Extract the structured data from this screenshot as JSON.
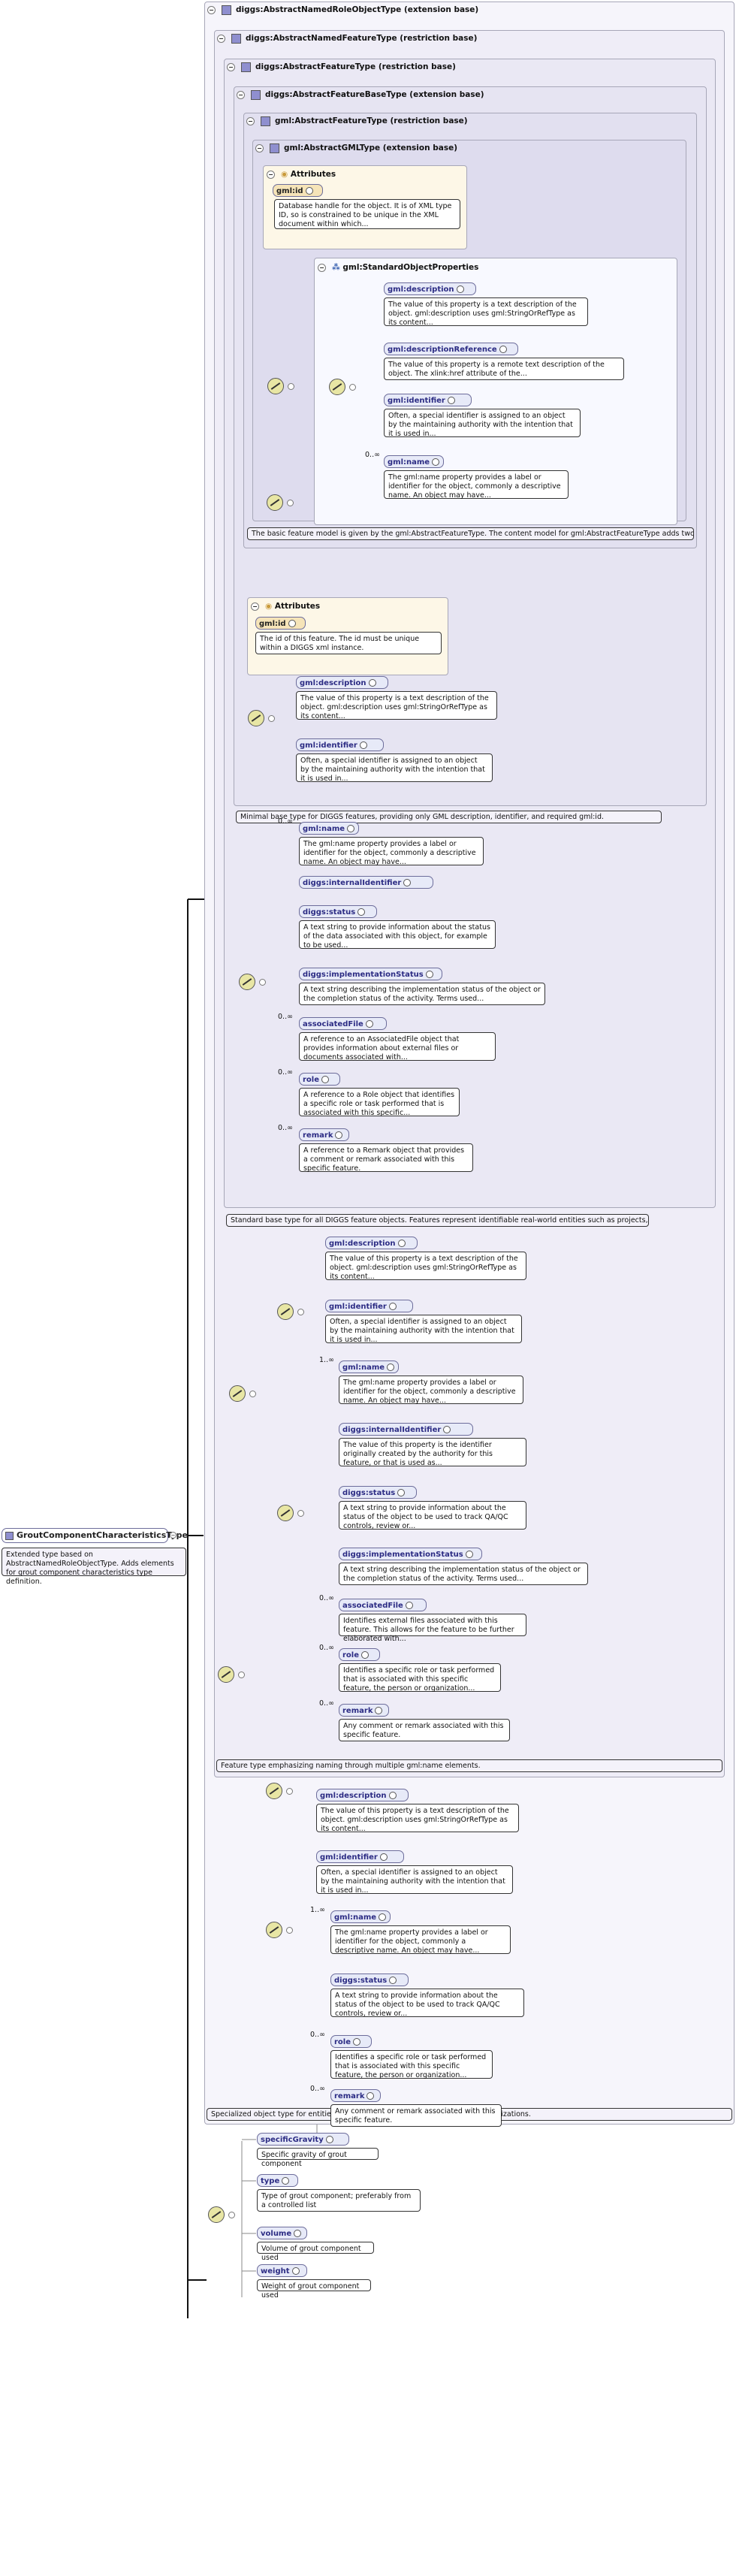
{
  "types": {
    "t1": "diggs:AbstractNamedRoleObjectType (extension base)",
    "t2": "diggs:AbstractNamedFeatureType (restriction base)",
    "t3": "diggs:AbstractFeatureType (restriction base)",
    "t4": "diggs:AbstractFeatureBaseType (extension base)",
    "t5": "gml:AbstractFeatureType (restriction base)",
    "t6": "gml:AbstractGMLType (extension base)"
  },
  "attributes_label": "Attributes",
  "standard_props_label": "gml:StandardObjectProperties",
  "root": {
    "name": "GroutComponentCharacteristicsType",
    "doc": "Extended type based on AbstractNamedRoleObjectType. Adds elements for grout component characteristics type definition."
  },
  "ribbons": {
    "gml_feature": "The basic feature model is given by the gml:AbstractFeatureType. The content model for gml:AbstractFeatureType adds two...",
    "feature_base": "Minimal base type for DIGGS features, providing only GML description, identifier, and required gml:id.",
    "abstract_feature": "Standard base type for all DIGGS feature objects. Features represent identifiable real-world entities such as projects,...",
    "named_feature": "Feature type emphasizing naming through multiple gml:name elements.",
    "named_role": "Specialized object type for entities that perform roles such as personnel or organizations."
  },
  "items": [
    {
      "label": "gml:id",
      "doc": "Database handle for the object. It is of XML type ID, so is constrained to be unique in the XML document within which..."
    },
    {
      "label": "gml:description",
      "doc": "The value of this property is a text description of the object. gml:description uses gml:StringOrRefType as its content..."
    },
    {
      "label": "gml:descriptionReference",
      "doc": "The value of this property is a remote text description of the object. The xlink:href attribute of the..."
    },
    {
      "label": "gml:identifier",
      "doc": "Often, a special identifier is assigned to an object by the maintaining authority with the intention that it is used in..."
    },
    {
      "label": "gml:name",
      "doc": "The gml:name property provides a label or identifier for the object, commonly a descriptive name. An object may have...",
      "mult": "0..∞"
    },
    {
      "label": "gml:id",
      "doc": "The id of this feature. The id must be unique within a DIGGS xml instance."
    },
    {
      "label": "gml:description",
      "doc": "The value of this property is a text description of the object. gml:description uses gml:StringOrRefType as its content..."
    },
    {
      "label": "gml:identifier",
      "doc": "Often, a special identifier is assigned to an object by the maintaining authority with the intention that it is used in..."
    },
    {
      "label": "gml:name",
      "doc": "The gml:name property provides a label or identifier for the object, commonly a descriptive name. An object may have...",
      "mult": "0..∞"
    },
    {
      "label": "diggs:internalIdentifier",
      "doc": ""
    },
    {
      "label": "diggs:status",
      "doc": "A text string to provide information about the status of the data associated with this object, for example to be used..."
    },
    {
      "label": "diggs:implementationStatus",
      "doc": "A text string describing the implementation status of the object or the completion status of the activity. Terms used..."
    },
    {
      "label": "associatedFile",
      "doc": "A reference to an AssociatedFile object that provides information about external files or documents associated with...",
      "mult": "0..∞"
    },
    {
      "label": "role",
      "doc": "A reference to a Role object that identifies a specific role or task performed that is associated with this specific...",
      "mult": "0..∞"
    },
    {
      "label": "remark",
      "doc": "A reference to a Remark object that provides a comment or remark associated with this specific feature.",
      "mult": "0..∞"
    },
    {
      "label": "gml:description",
      "doc": "The value of this property is a text description of the object. gml:description uses gml:StringOrRefType as its content..."
    },
    {
      "label": "gml:identifier",
      "doc": "Often, a special identifier is assigned to an object by the maintaining authority with the intention that it is used in..."
    },
    {
      "label": "gml:name",
      "doc": "The gml:name property provides a label or identifier for the object, commonly a descriptive name. An object may have...",
      "mult": "1..∞"
    },
    {
      "label": "diggs:internalIdentifier",
      "doc": "The value of this property is the identifier originally created by the authority for this feature, or that is used as..."
    },
    {
      "label": "diggs:status",
      "doc": "A text string to provide information about the status of the object to be used to track QA/QC controls, review or..."
    },
    {
      "label": "diggs:implementationStatus",
      "doc": "A text string describing the implementation status of the object or the completion status of the activity. Terms used..."
    },
    {
      "label": "associatedFile",
      "doc": "Identifies external files associated with this feature. This allows for the feature to be further elaborated with...",
      "mult": "0..∞"
    },
    {
      "label": "role",
      "doc": "Identifies a specific role or task performed that is associated with this specific feature, the person or organization...",
      "mult": "0..∞"
    },
    {
      "label": "remark",
      "doc": "Any comment or remark associated with this specific feature.",
      "mult": "0..∞"
    },
    {
      "label": "gml:description",
      "doc": "The value of this property is a text description of the object. gml:description uses gml:StringOrRefType as its content..."
    },
    {
      "label": "gml:identifier",
      "doc": "Often, a special identifier is assigned to an object by the maintaining authority with the intention that it is used in..."
    },
    {
      "label": "gml:name",
      "doc": "The gml:name property provides a label or identifier for the object, commonly a descriptive name. An object may have...",
      "mult": "1..∞"
    },
    {
      "label": "diggs:status",
      "doc": "A text string to provide information about the status of the object to be used to track QA/QC controls, review or..."
    },
    {
      "label": "role",
      "doc": "Identifies a specific role or task performed that is associated with this specific feature, the person or organization...",
      "mult": "0..∞"
    },
    {
      "label": "remark",
      "doc": "Any comment or remark associated with this specific feature.",
      "mult": "0..∞"
    },
    {
      "label": "specificGravity",
      "doc": "Specific gravity of grout component"
    },
    {
      "label": "type",
      "doc": "Type of grout component; preferably from a controlled list"
    },
    {
      "label": "volume",
      "doc": "Volume of grout component used"
    },
    {
      "label": "weight",
      "doc": "Weight of grout component used"
    }
  ]
}
